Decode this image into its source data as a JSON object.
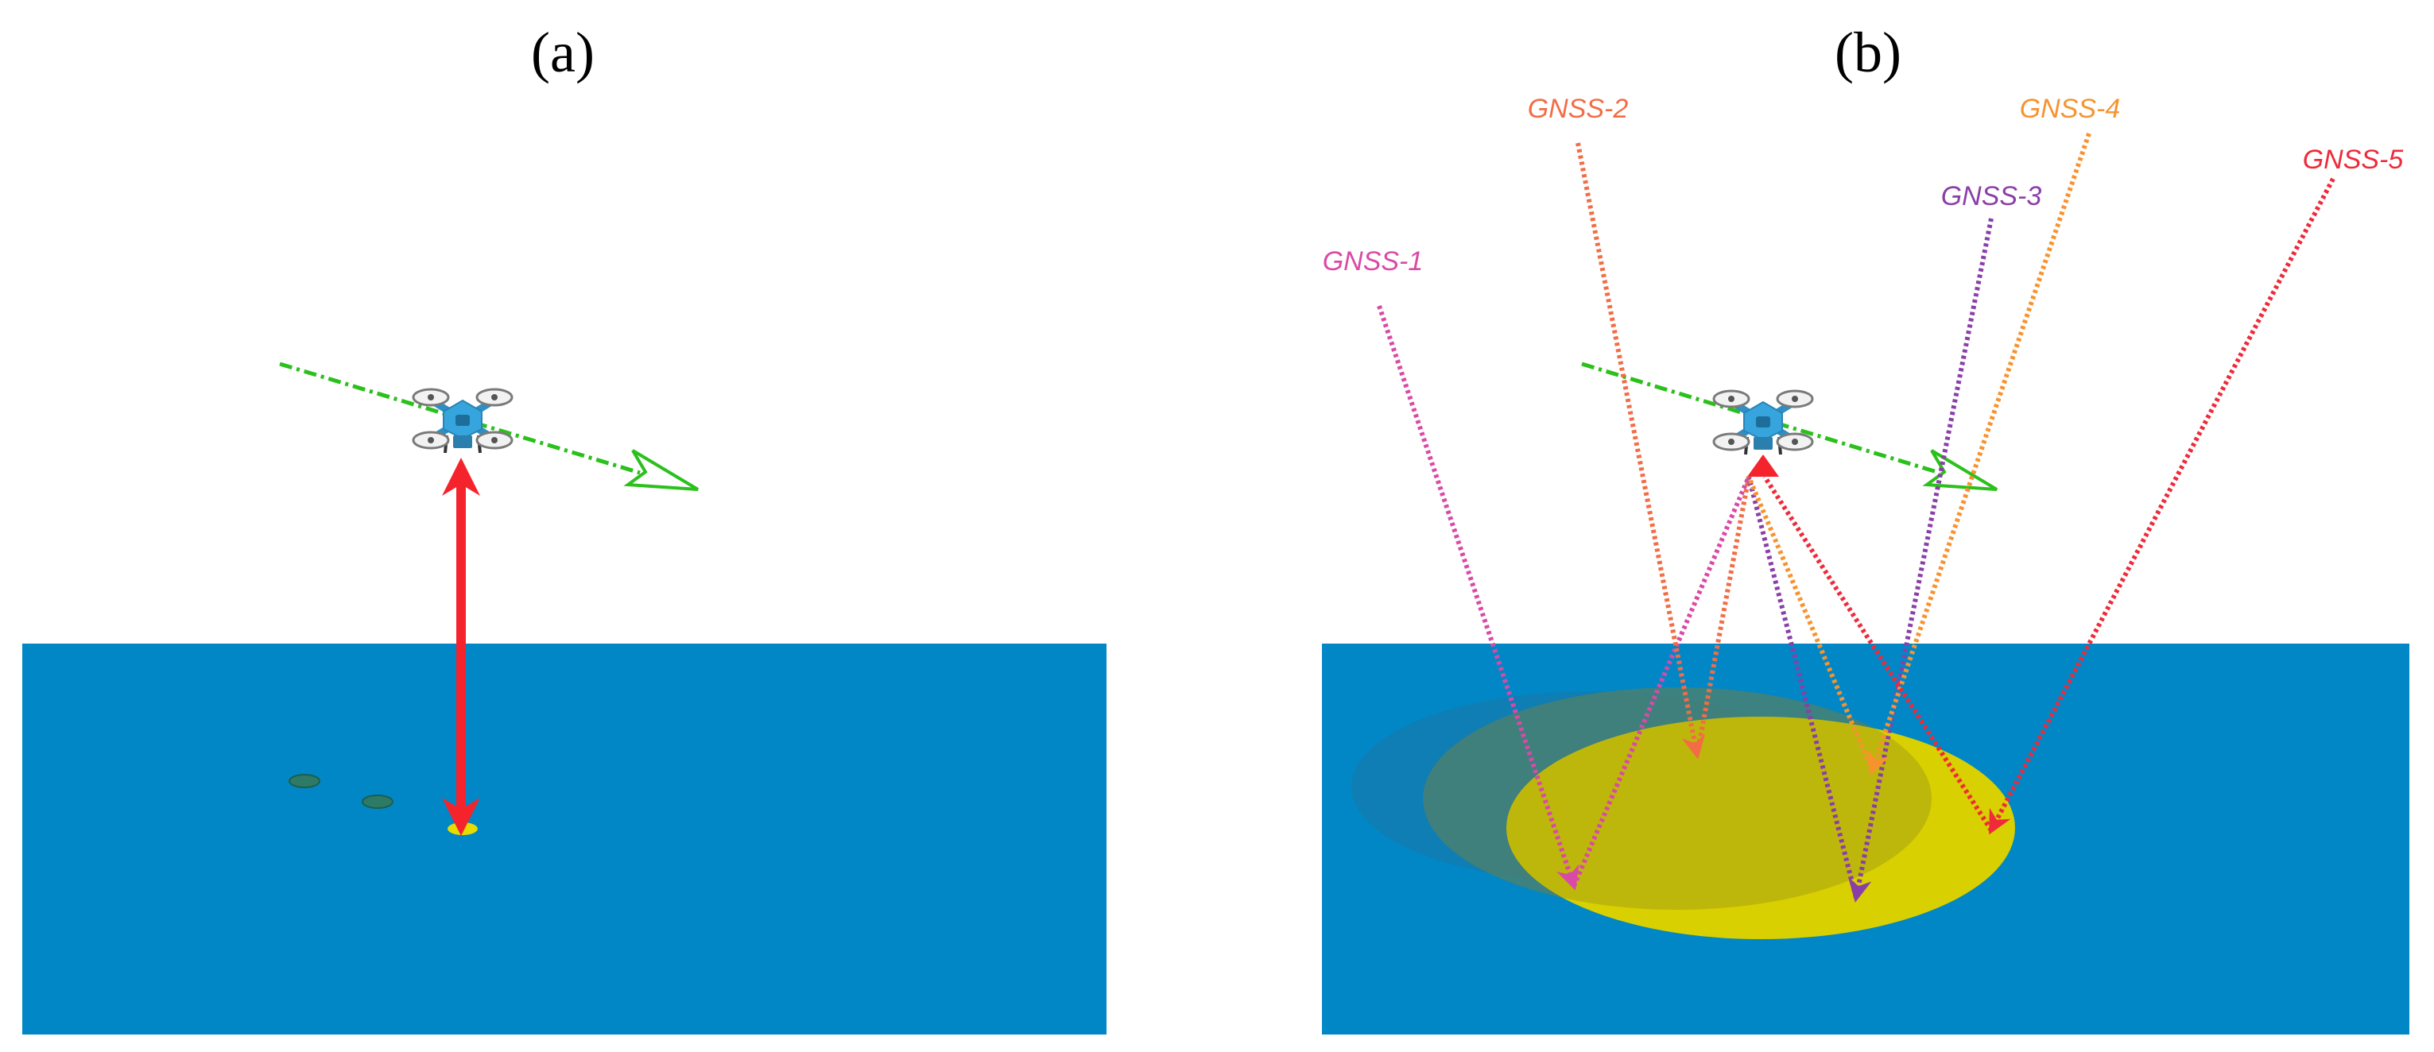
{
  "panels": [
    {
      "id": "a",
      "label": "(a)"
    },
    {
      "id": "b",
      "label": "(b)"
    }
  ],
  "colors": {
    "water": "#0187c6",
    "footprint": "#d8d000",
    "footprint_old": "#b5ad1c",
    "nadir_arrow": "#f5242c",
    "flight_path": "#2bc01b",
    "drone": "#36a5de"
  },
  "gnss_signals": [
    {
      "name": "GNSS-1",
      "color": "#d94aa6"
    },
    {
      "name": "GNSS-2",
      "color": "#f26d46"
    },
    {
      "name": "GNSS-3",
      "color": "#8a3fa8"
    },
    {
      "name": "GNSS-4",
      "color": "#f7932f"
    },
    {
      "name": "GNSS-5",
      "color": "#ef2a3a"
    }
  ],
  "icons": [
    "drone-icon",
    "flight-path-arrow",
    "nadir-range-arrow"
  ]
}
